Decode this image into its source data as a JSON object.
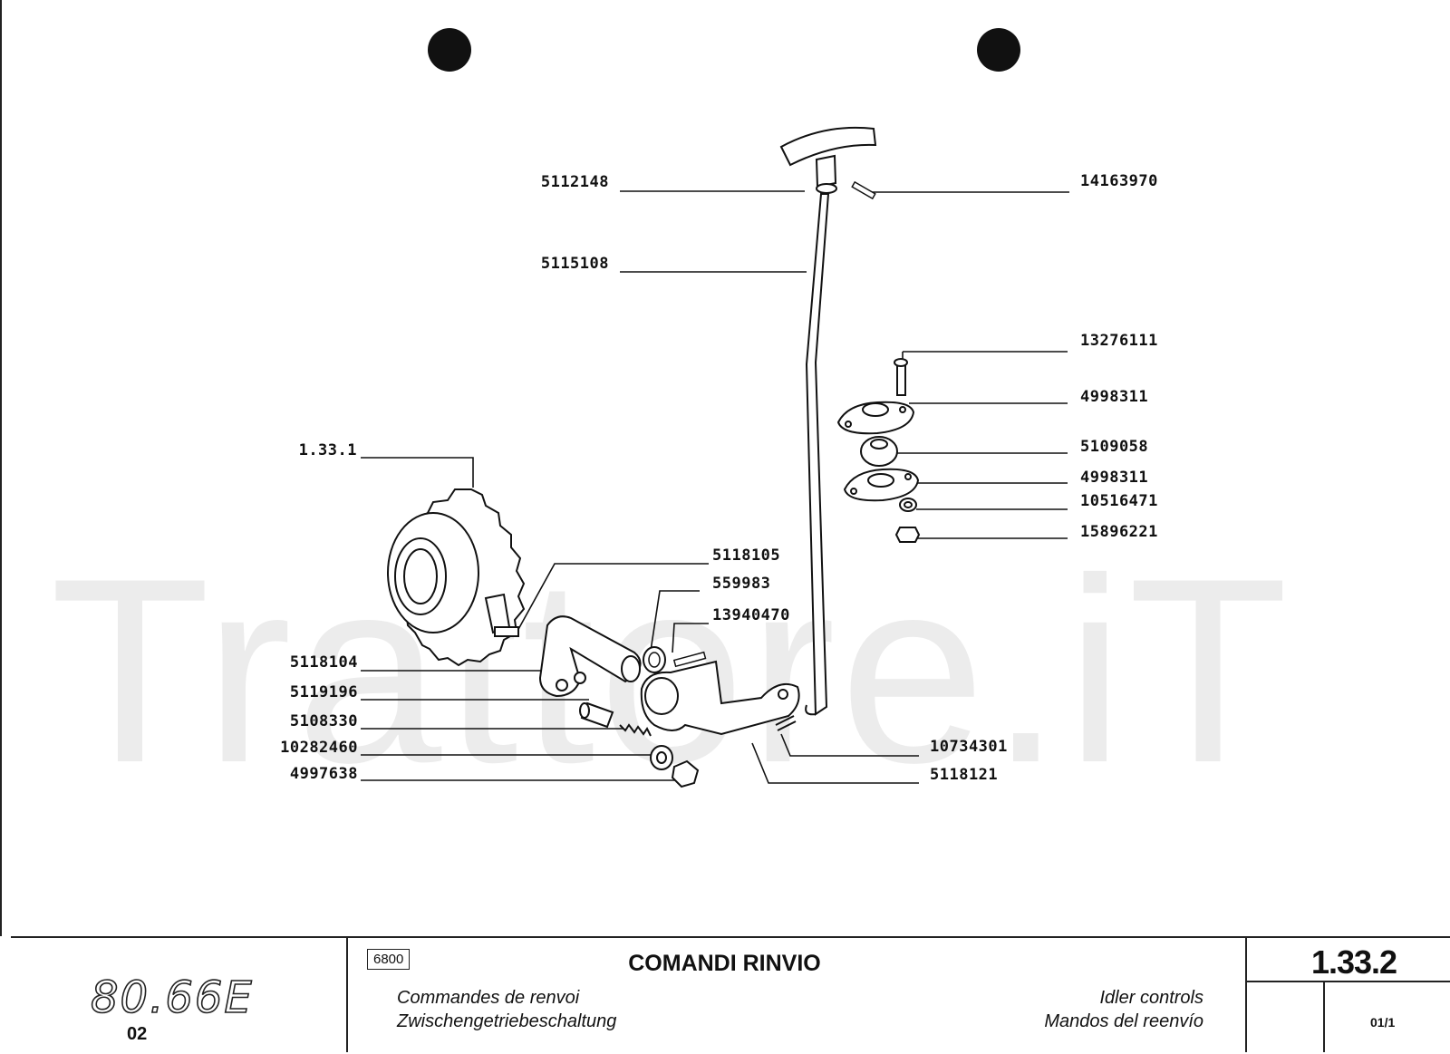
{
  "watermark": "Trattore.iT",
  "parts": {
    "p5112148": "5112148",
    "p14163970": "14163970",
    "p5115108": "5115108",
    "p13276111": "13276111",
    "p4998311a": "4998311",
    "p5109058": "5109058",
    "p4998311b": "4998311",
    "p10516471": "10516471",
    "p15896221": "15896221",
    "p1331": "1.33.1",
    "p5118105": "5118105",
    "p559983": "559983",
    "p13940470": "13940470",
    "p5118104": "5118104",
    "p5119196": "5119196",
    "p5108330": "5108330",
    "p10282460": "10282460",
    "p4997638": "4997638",
    "p10734301": "10734301",
    "p5118121": "5118121"
  },
  "footer": {
    "model": "80.66E",
    "variant": "02",
    "code": "6800",
    "title": "COMANDI RINVIO",
    "fr": "Commandes de renvoi",
    "de": "Zwischengetriebeschaltung",
    "en": "Idler controls",
    "es": "Mandos del reenvío",
    "page": "1.33.2",
    "sheet": "01/1"
  }
}
